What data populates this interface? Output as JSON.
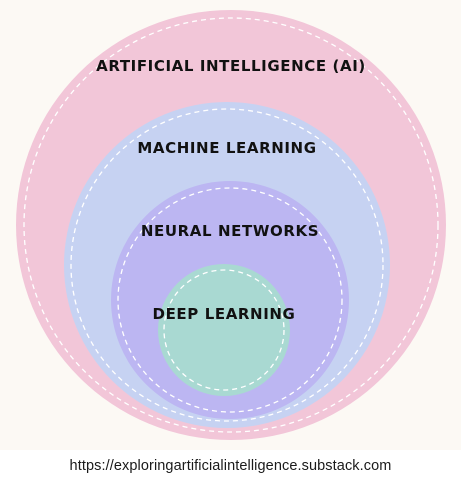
{
  "diagram": {
    "rings": [
      {
        "label": "ARTIFICIAL INTELLIGENCE (AI)",
        "fill": "#f2c6d8"
      },
      {
        "label": "MACHINE LEARNING",
        "fill": "#c6d2f2"
      },
      {
        "label": "NEURAL NETWORKS",
        "fill": "#bcb6f2"
      },
      {
        "label": "DEEP LEARNING",
        "fill": "#a9d9d2"
      }
    ],
    "dash_color": "#ffffff",
    "background": "#fcf9f4"
  },
  "source": {
    "url": "https://exploringartificialintelligence.substack.com"
  }
}
